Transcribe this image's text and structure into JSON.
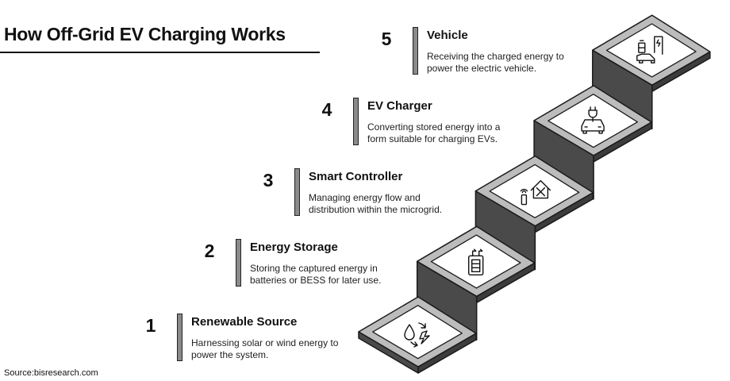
{
  "title": "How Off-Grid EV Charging Works",
  "source": "Source:bisresearch.com",
  "colors": {
    "face": "#4a4a4a",
    "tile_rim": "#bcbcbc",
    "tile_inner": "#ffffff",
    "stroke": "#1a1a1a"
  },
  "steps": [
    {
      "number": "1",
      "title": "Renewable Source",
      "desc_line1": "Harnessing solar or wind energy to",
      "desc_line2": "power the system.",
      "icon": "renewable-energy-icon"
    },
    {
      "number": "2",
      "title": "Energy Storage",
      "desc_line1": "Storing the captured energy in",
      "desc_line2": "batteries or BESS for later use.",
      "icon": "battery-storage-icon"
    },
    {
      "number": "3",
      "title": "Smart Controller",
      "desc_line1": "Managing energy flow and",
      "desc_line2": "distribution within the microgrid.",
      "icon": "smart-home-controller-icon"
    },
    {
      "number": "4",
      "title": "EV Charger",
      "desc_line1": "Converting stored energy into a",
      "desc_line2": "form suitable for charging EVs.",
      "icon": "ev-plug-car-icon"
    },
    {
      "number": "5",
      "title": "Vehicle",
      "desc_line1": "Receiving the charged energy to",
      "desc_line2": "power the electric vehicle.",
      "icon": "electric-vehicle-charging-icon"
    }
  ]
}
